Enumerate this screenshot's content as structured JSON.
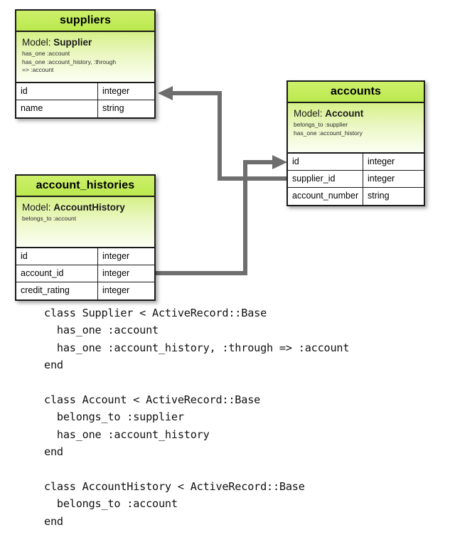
{
  "diagram": {
    "kind": "entity-relationship-diagram",
    "colors": {
      "header_green": "#cdf06a",
      "model_gradient_top": "#d6f087",
      "model_gradient_bottom": "#fbfff3",
      "border": "#1a1a1a",
      "connector": "#6e6e6e",
      "code_text": "#111111",
      "background": "#ffffff"
    },
    "tables": [
      {
        "id": "suppliers",
        "title": "suppliers",
        "model_label": "Model:",
        "model_name": "Supplier",
        "associations": [
          "has_one :account",
          "has_one :account_history, :through",
          "=> :account"
        ],
        "columns": [
          {
            "name": "id",
            "type": "integer"
          },
          {
            "name": "name",
            "type": "string"
          }
        ]
      },
      {
        "id": "accounts",
        "title": "accounts",
        "model_label": "Model:",
        "model_name": "Account",
        "associations": [
          "belongs_to :supplier",
          "has_one :account_history"
        ],
        "columns": [
          {
            "name": "id",
            "type": "integer"
          },
          {
            "name": "supplier_id",
            "type": "integer"
          },
          {
            "name": "account_number",
            "type": "string"
          }
        ]
      },
      {
        "id": "account_histories",
        "title": "account_histories",
        "model_label": "Model:",
        "model_name": "AccountHistory",
        "associations": [
          "belongs_to :account"
        ],
        "columns": [
          {
            "name": "id",
            "type": "integer"
          },
          {
            "name": "account_id",
            "type": "integer"
          },
          {
            "name": "credit_rating",
            "type": "integer"
          }
        ]
      }
    ],
    "relationships": [
      {
        "name": "accounts-supplier-id-to-suppliers-id",
        "from": "accounts.supplier_id",
        "to": "suppliers.id",
        "arrow": "to-suppliers-id"
      },
      {
        "name": "account-histories-account-id-to-accounts-id",
        "from": "account_histories.account_id",
        "to": "accounts.id",
        "arrow": "to-accounts-id"
      }
    ]
  },
  "code": {
    "language": "ruby",
    "text": "class Supplier < ActiveRecord::Base\n  has_one :account\n  has_one :account_history, :through => :account\nend\n\nclass Account < ActiveRecord::Base\n  belongs_to :supplier\n  has_one :account_history\nend\n\nclass AccountHistory < ActiveRecord::Base\n  belongs_to :account\nend"
  }
}
